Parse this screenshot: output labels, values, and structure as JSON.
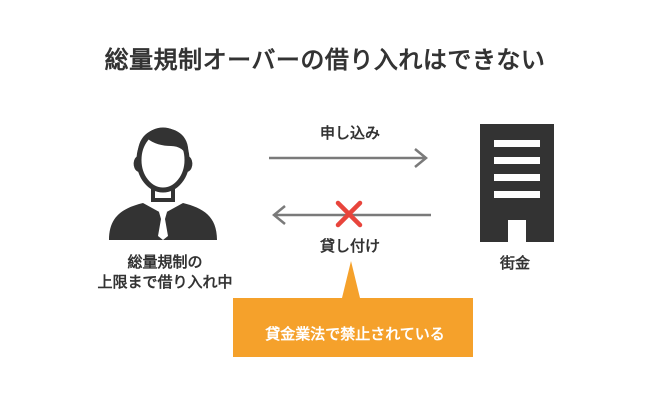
{
  "title": "総量規制オーバーの借り入れはできない",
  "borrower": {
    "label_line1": "総量規制の",
    "label_line2": "上限まで借り入れ中",
    "icon": "businessman-icon"
  },
  "lender": {
    "label": "街金",
    "icon": "building-icon"
  },
  "arrows": {
    "apply_label": "申し込み",
    "lend_label": "貸し付け"
  },
  "callout": {
    "text": "貸金業法で禁止されている"
  },
  "colors": {
    "text": "#333333",
    "icon": "#333333",
    "arrow": "#7a7a7a",
    "cross": "#e8453c",
    "callout": "#f5a12b"
  }
}
